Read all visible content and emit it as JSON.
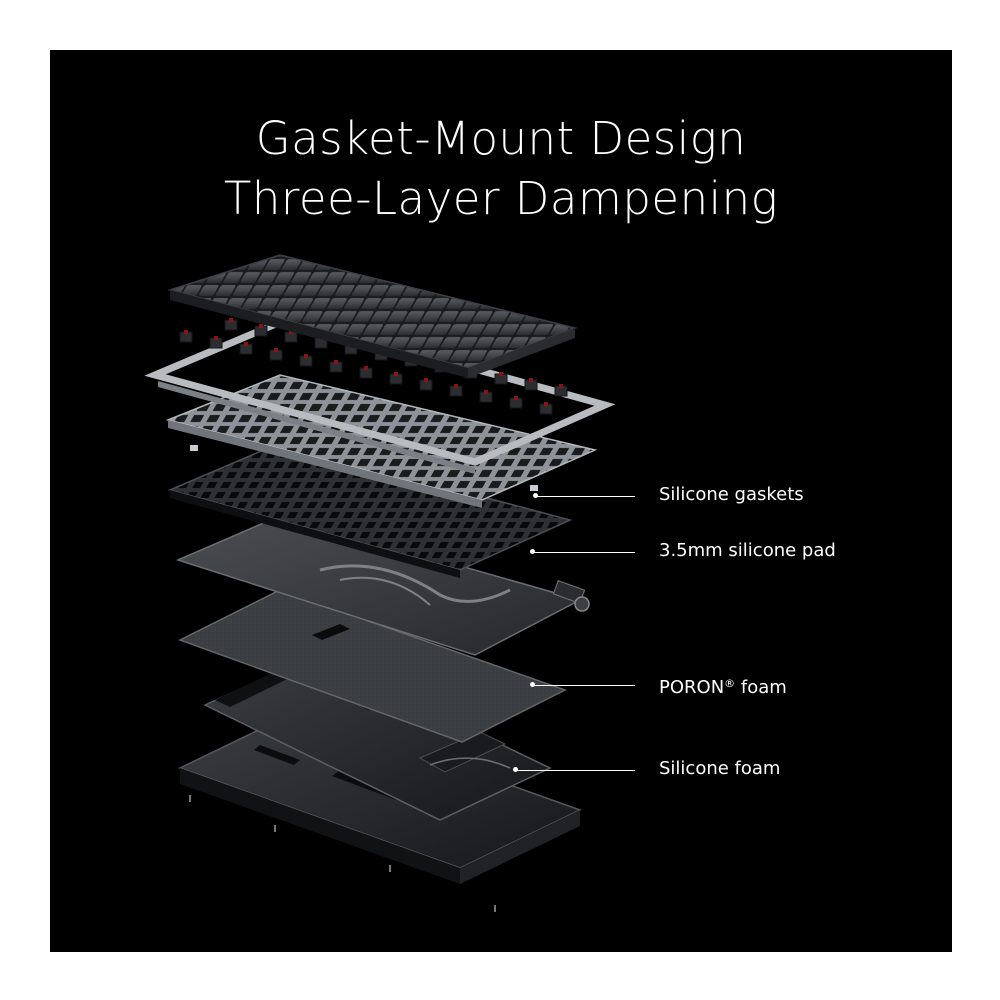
{
  "title": {
    "line1": "Gasket-Mount Design",
    "line2": "Three-Layer Dampening"
  },
  "callouts": [
    {
      "label": "Silicone gaskets"
    },
    {
      "label": "3.5mm silicone pad"
    },
    {
      "label": "PORON",
      "label_suffix": "®",
      "label_tail": " foam"
    },
    {
      "label": "Silicone foam"
    }
  ],
  "colors": {
    "background": "#000000",
    "text": "#ffffff",
    "switch_stem": "#8a1414"
  }
}
